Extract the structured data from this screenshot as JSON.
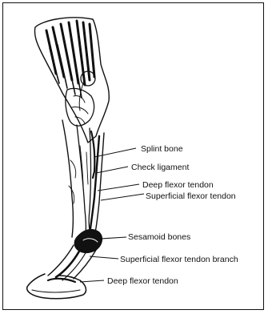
{
  "labels": {
    "splint_bone": "Splint bone",
    "check_ligament": "Check ligament",
    "deep_flexor_tendon_upper": "Deep flexor tendon",
    "superficial_flexor_tendon": "Superficial flexor tendon",
    "sesamoid_bones": "Sesamoid bones",
    "superficial_flexor_tendon_branch": "Superficial flexor tendon branch",
    "deep_flexor_tendon_lower": "Deep flexor tendon"
  },
  "colors": {
    "ink": "#111111",
    "paper": "#ffffff"
  }
}
